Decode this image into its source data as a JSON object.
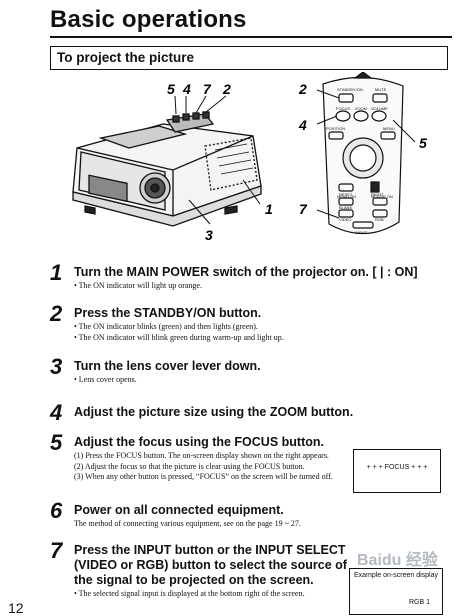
{
  "title": "Basic operations",
  "section": "To project the picture",
  "figure": {
    "projector_callouts": [
      "5",
      "4",
      "7",
      "2",
      "1",
      "3"
    ],
    "remote_callouts": [
      "2",
      "4",
      "5",
      "7"
    ],
    "remote_labels": {
      "standby": "STANDBY/ON",
      "mute": "MUTE",
      "focus": "FOCUS",
      "zoom": "ZOOM",
      "volume": "VOLUME",
      "position": "POSITION",
      "menu": "MENU",
      "reset": "RESET",
      "right": "RIGHT",
      "menu_on": "MENU ON",
      "mouse_on": "MOUSE ON",
      "blank": "BLANK",
      "video": "VIDEO",
      "rgb": "RGB",
      "input": "INPUT"
    }
  },
  "steps": [
    {
      "num": "1",
      "heading": "Turn the MAIN POWER switch of the projector on. [ | : ON]",
      "lines": [
        "• The ON indicator will light up orange."
      ]
    },
    {
      "num": "2",
      "heading": "Press the STANDBY/ON button.",
      "lines": [
        "• The ON indicator blinks (green) and then lights (green).",
        "• The ON indicator will blink green during warm-up and light up."
      ]
    },
    {
      "num": "3",
      "heading": "Turn the lens cover lever down.",
      "lines": [
        "• Lens cover opens."
      ]
    },
    {
      "num": "4",
      "heading": "Adjust the picture size using the ZOOM button.",
      "lines": []
    },
    {
      "num": "5",
      "heading": "Adjust the focus using the FOCUS button.",
      "lines": [
        "(1) Press the FOCUS button. The on-screen display shown on the right appears.",
        "(2) Adjust the focus so that the picture is clear using the FOCUS button.",
        "(3) When any other button is pressed, “FOCUS” on the screen will be turned off."
      ]
    },
    {
      "num": "6",
      "heading": "Power on all connected equipment.",
      "lines": [
        "The method of connecting various equipment, see on the page 19 ~ 27."
      ]
    },
    {
      "num": "7",
      "heading": "Press the INPUT button or the INPUT SELECT (VIDEO or RGB) button to select the source of the signal to be projected on the screen.",
      "lines": [
        "• The selected signal input is displayed at the bottom right of the screen."
      ]
    }
  ],
  "focus_display": "+ + + FOCUS + + +",
  "example_display": {
    "caption": "Example on-screen display",
    "value": "RGB 1"
  },
  "page_number": "12",
  "watermark": "Baidu 经验"
}
